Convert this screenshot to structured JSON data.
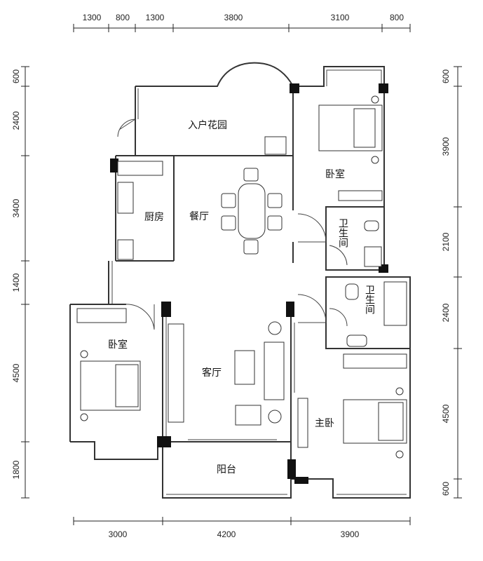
{
  "dimensions": {
    "top": [
      "1300",
      "800",
      "1300",
      "3800",
      "3100",
      "800"
    ],
    "bottom": [
      "3000",
      "4200",
      "3900"
    ],
    "left": [
      "600",
      "2400",
      "3400",
      "1400",
      "4500",
      "1800"
    ],
    "right": [
      "600",
      "3900",
      "2100",
      "2400",
      "4500",
      "600"
    ]
  },
  "rooms": {
    "entrance_garden": "入户花园",
    "bedroom_north": "卧室",
    "kitchen": "厨房",
    "dining": "餐厅",
    "bathroom_1": "卫生间",
    "bathroom_2": "卫生间",
    "bedroom_west": "卧室",
    "living": "客厅",
    "master_bedroom": "主卧",
    "balcony": "阳台"
  }
}
